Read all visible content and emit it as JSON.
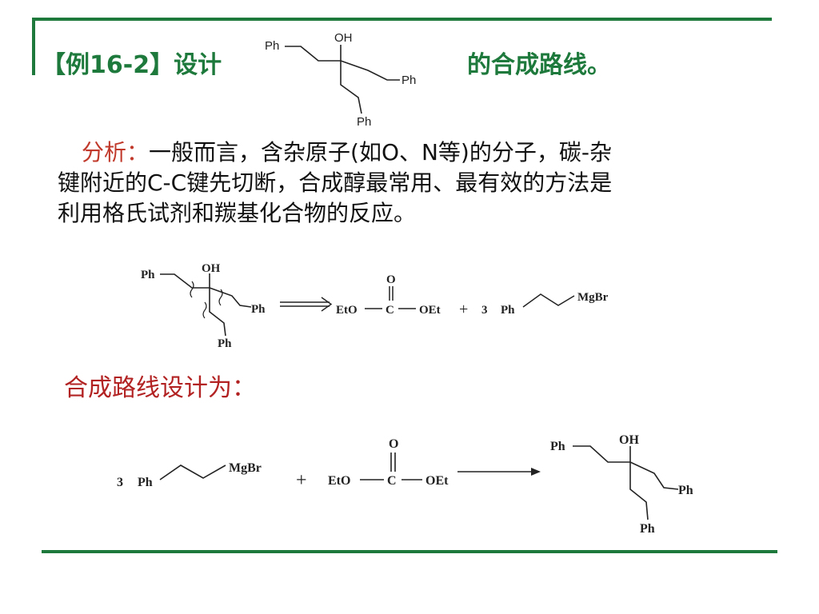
{
  "header": {
    "title_prefix": "【例16-2】设计",
    "title_suffix": "的合成路线。"
  },
  "analysis": {
    "label": "分析：",
    "line1": "一般而言，含杂原子(如O、N等)的分子，碳-杂",
    "line2": "键附近的C-C键先切断，合成醇最常用、最有效的方法是",
    "line3": "利用格氏试剂和羰基化合物的反应。"
  },
  "target_structure": {
    "oh": "OH",
    "ph_top": "Ph",
    "ph_right": "Ph",
    "ph_bottom": "Ph"
  },
  "retrosynthesis": {
    "oh": "OH",
    "ph_top": "Ph",
    "ph_right": "Ph",
    "ph_bottom": "Ph",
    "carbonyl_o": "O",
    "left_group": "EtO",
    "carbon": "C",
    "right_group": "OEt",
    "plus": "+",
    "coefficient": "3",
    "grignard_ph": "Ph",
    "grignard_mg": "MgBr"
  },
  "route_heading": "合成路线设计为：",
  "synthesis": {
    "coefficient": "3",
    "grignard_ph": "Ph",
    "grignard_mg": "MgBr",
    "plus": "+",
    "carbonyl_o": "O",
    "left_group": "EtO",
    "carbon": "C",
    "right_group": "OEt",
    "oh": "OH",
    "ph_top": "Ph",
    "ph_right": "Ph",
    "ph_bottom": "Ph"
  },
  "colors": {
    "frame": "#1e7a3c",
    "title": "#1e7a3c",
    "analysis_label": "#c0392b",
    "route_heading": "#b22222"
  }
}
